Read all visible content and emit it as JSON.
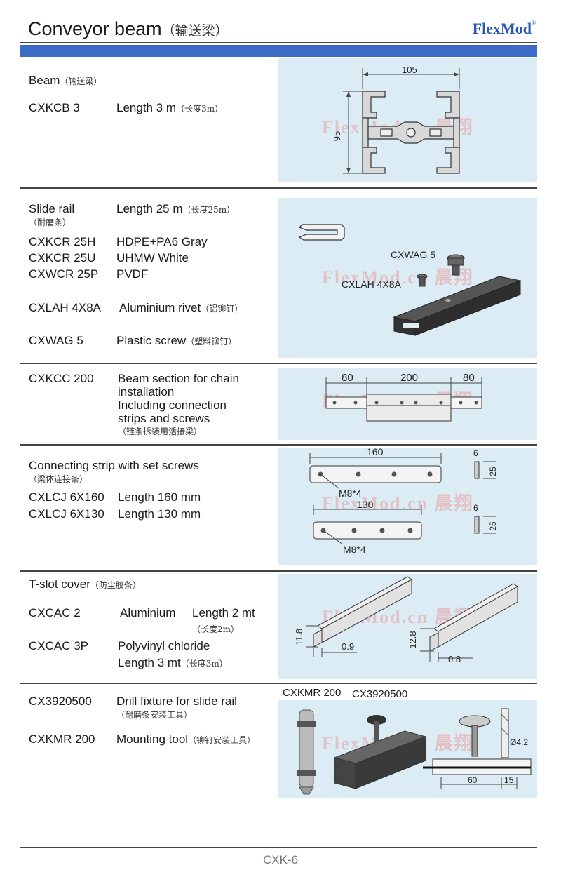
{
  "header": {
    "title": "Conveyor beam",
    "title_zh": "（输送梁）",
    "brand": "FlexMod",
    "brand_mark": "®"
  },
  "watermark": "FlexMod.cn 晨翔",
  "sections": {
    "beam": {
      "heading": "Beam",
      "heading_zh": "（输送梁）",
      "code": "CXKCB 3",
      "length": "Length 3 m",
      "length_zh": "（长度3m）",
      "dims": {
        "width": "105",
        "height": "95"
      }
    },
    "slide_rail": {
      "heading": "Slide rail",
      "length": "Length 25 m",
      "length_zh": "（长度25m）",
      "heading_zh": "（耐磨条）",
      "rows": [
        {
          "code": "CXKCR 25H",
          "desc": "HDPE+PA6 Gray"
        },
        {
          "code": "CXKCR 25U",
          "desc": "UHMW White"
        },
        {
          "code": "CXWCR 25P",
          "desc": "PVDF"
        }
      ],
      "rivet_code": "CXLAH 4X8A",
      "rivet_desc": "Aluminium rivet",
      "rivet_zh": "（铝铆钉）",
      "screw_code": "CXWAG 5",
      "screw_desc": "Plastic screw",
      "screw_zh": "（塑料铆钉）",
      "label_screw": "CXWAG 5",
      "label_rivet": "CXLAH 4X8A"
    },
    "chain_section": {
      "code": "CXKCC 200",
      "desc_lines": [
        "Beam section for chain",
        "installation",
        "Including connection",
        "strips and screws"
      ],
      "desc_zh": "（链条拆装用活接梁）",
      "dims": {
        "left": "80",
        "mid": "200",
        "right": "80"
      }
    },
    "connecting_strip": {
      "heading": "Connecting strip with set screws",
      "heading_zh": "（梁体连接条）",
      "rows": [
        {
          "code": "CXLCJ 6X160",
          "desc": "Length 160 mm"
        },
        {
          "code": "CXLCJ 6X130",
          "desc": "Length 130 mm"
        }
      ],
      "dims": {
        "long": "160",
        "short": "130",
        "screw": "M8*4",
        "thick": "6",
        "height": "25"
      }
    },
    "tslot_cover": {
      "heading": "T-slot cover",
      "heading_zh": "（防尘胶条）",
      "alu_code": "CXCAC 2",
      "alu_material": "Aluminium",
      "alu_length": "Length 2 mt",
      "alu_length_zh": "（长度2m）",
      "pvc_code": "CXCAC 3P",
      "pvc_material": "Polyvinyl chloride",
      "pvc_length": "Length 3 mt",
      "pvc_length_zh": "（长度3m）",
      "dims": {
        "h1": "11.8",
        "t1": "0.9",
        "h2": "12.8",
        "t2": "0.8"
      }
    },
    "drill_fixture": {
      "fixture_code": "CX3920500",
      "fixture_desc": "Drill fixture for slide rail",
      "fixture_zh": "（耐磨条安装工具）",
      "tool_code": "CXKMR 200",
      "tool_desc": "Mounting tool",
      "tool_zh": "（铆钉安装工具）",
      "label_tool": "CXKMR 200",
      "label_fixture": "CX3920500",
      "dims": {
        "dia": "Ø4.2",
        "a": "60",
        "b": "15"
      }
    }
  },
  "footer": {
    "page": "CXK-6"
  }
}
